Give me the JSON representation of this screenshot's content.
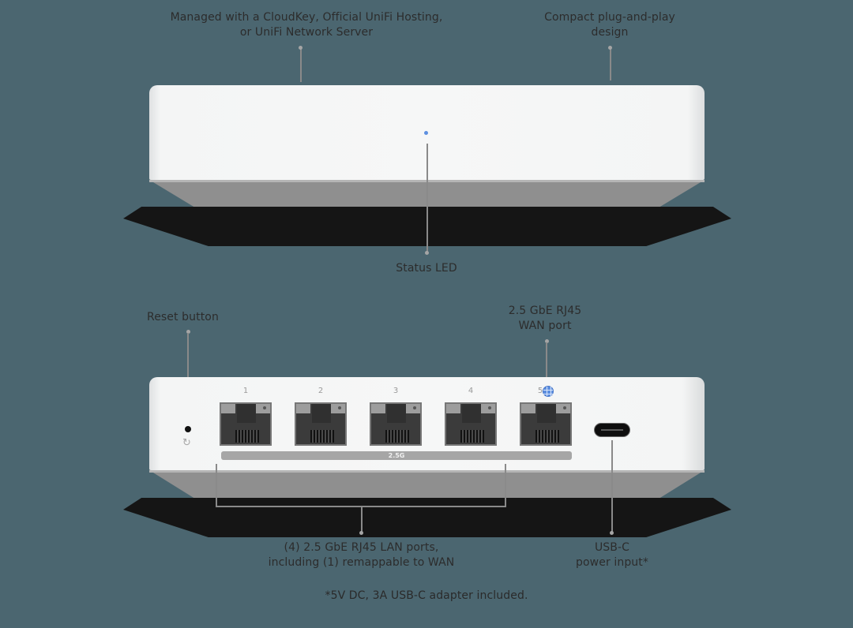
{
  "background_color": "#4b6670",
  "accent_color": "#5d8fe0",
  "top_view": {
    "annotations": {
      "management": "Managed with a CloudKey, Official UniFi Hosting,\nor UniFi Network Server",
      "management_line1": "Managed with a CloudKey, Official UniFi Hosting,",
      "management_line2": "or UniFi Network Server",
      "design_line1": "Compact plug-and-play",
      "design_line2": "design",
      "status_led": "Status LED"
    },
    "status_led_color": "#5d8fe0"
  },
  "rear_view": {
    "annotations": {
      "reset": "Reset button",
      "wan_line1": "2.5 GbE RJ45",
      "wan_line2": "WAN port",
      "lan_line1": "(4) 2.5 GbE RJ45 LAN ports,",
      "lan_line2": "including (1) remappable to WAN",
      "usbc_line1": "USB-C",
      "usbc_line2": "power input*"
    },
    "ports": [
      {
        "number": "1",
        "type": "LAN"
      },
      {
        "number": "2",
        "type": "LAN"
      },
      {
        "number": "3",
        "type": "LAN"
      },
      {
        "number": "4",
        "type": "LAN"
      },
      {
        "number": "5",
        "type": "WAN",
        "icon": "globe-icon"
      }
    ],
    "speed_label": "2.5G",
    "reset_icon": "refresh-icon",
    "power_port": "USB-C"
  },
  "footnote": "*5V DC, 3A USB-C adapter included."
}
